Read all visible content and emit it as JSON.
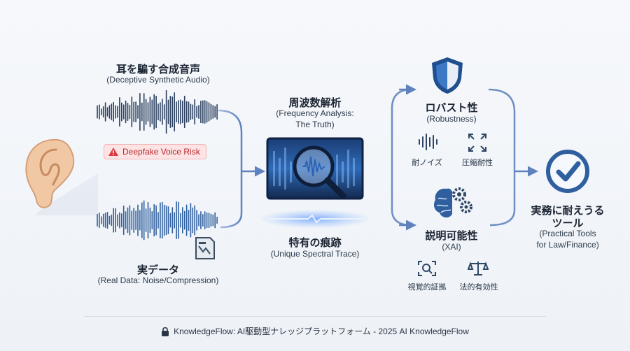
{
  "synthetic": {
    "title": "耳を騙す合成音声",
    "subtitle": "(Deceptive Synthetic Audio)",
    "risk_label": "Deepfake Voice Risk"
  },
  "real": {
    "title": "実データ",
    "subtitle": "(Real Data: Noise/Compression)"
  },
  "analysis": {
    "title": "周波数解析",
    "subtitle_line1": "(Frequency Analysis:",
    "subtitle_line2": "The Truth)",
    "trace_title": "特有の痕跡",
    "trace_subtitle": "(Unique Spectral Trace)"
  },
  "robustness": {
    "title": "ロバスト性",
    "subtitle": "(Robustness)",
    "items": [
      "耐ノイズ",
      "圧縮耐性"
    ]
  },
  "xai": {
    "title": "説明可能性",
    "subtitle": "(XAI)",
    "items": [
      "視覚的証拠",
      "法的有効性"
    ]
  },
  "result": {
    "title_line1": "実務に耐えうる",
    "title_line2": "ツール",
    "subtitle_line1": "(Practical Tools",
    "subtitle_line2": "for Law/Finance)"
  },
  "footer": {
    "text": "KnowledgeFlow: AI駆動型ナレッジプラットフォーム - 2025 AI KnowledgeFlow"
  },
  "colors": {
    "accent_blue": "#2f5f9e",
    "arrow_blue": "#6f8fc4",
    "risk_red": "#b3262b"
  }
}
